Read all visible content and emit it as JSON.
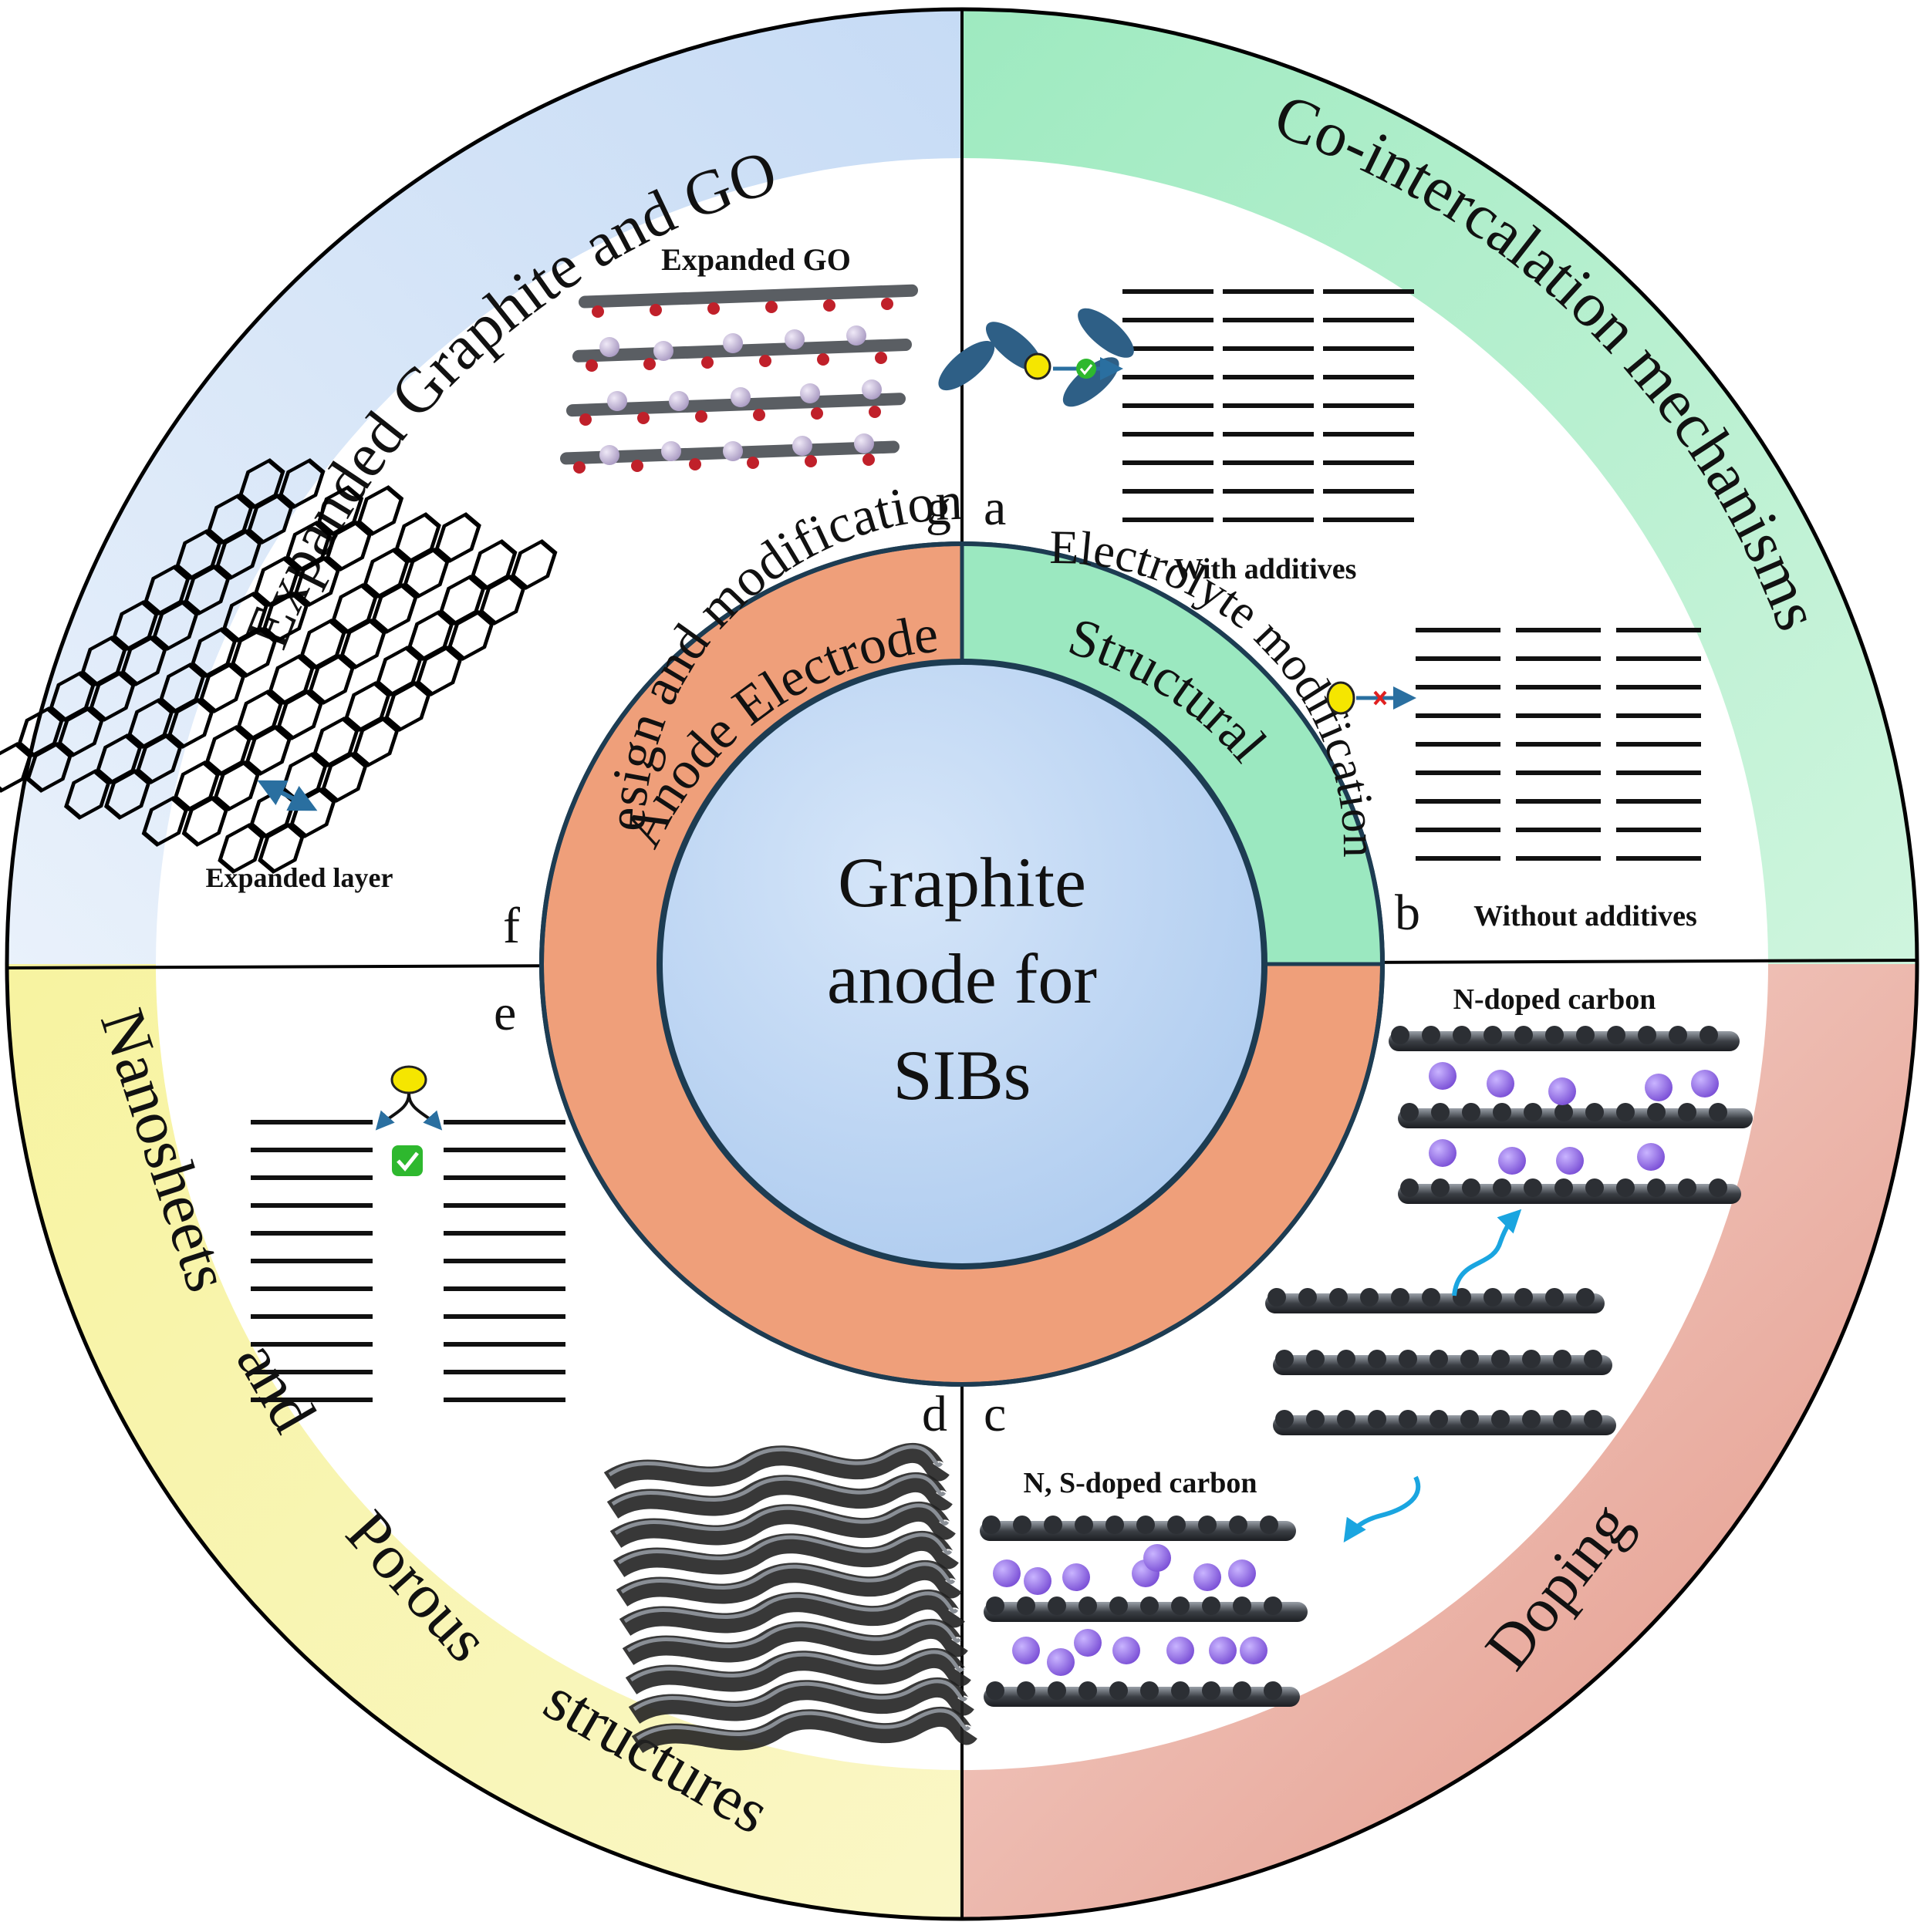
{
  "center": {
    "line1": "Graphite",
    "line2": "anode for",
    "line3": "SIBs"
  },
  "inner_ring": {
    "top_left": "design and modifications",
    "left": "design and modifications",
    "top_right": "Electrolyte modification",
    "bottom_right": "Anode Electrode",
    "bottom_left": "Structural"
  },
  "outer_ring": {
    "top_left": "Expanded Graphite and GO",
    "top_right": "Co-intercalation  mechanisms",
    "bottom_left_1": "Nanosheets",
    "bottom_left_2": "and",
    "bottom_left_3": "Porous",
    "bottom_left_4": "structures",
    "bottom_right": "Doping"
  },
  "panels": {
    "a": {
      "letter": "a",
      "caption": "With additives"
    },
    "b": {
      "letter": "b",
      "caption": "Without additives"
    },
    "c": {
      "letter": "c",
      "caption_top": "N-doped carbon",
      "caption_bottom": "N, S-doped carbon"
    },
    "d": {
      "letter": "d"
    },
    "e": {
      "letter": "e"
    },
    "f": {
      "letter": "f",
      "caption": "Expanded layer"
    },
    "g": {
      "letter": "g",
      "caption": "Expanded GO"
    }
  },
  "colors": {
    "blue_quadrant": "#cfe0f5",
    "green_quadrant": "#a8ecc6",
    "yellow_quadrant": "#f8f4a6",
    "red_quadrant": "#e79e90",
    "orange_ring": "#ef9f7a",
    "green_ring": "#9be8c0",
    "center": "#bcd5f2",
    "sodium": "#8f63e0",
    "arrow": "#2a6fa0",
    "check": "#2eb82e"
  },
  "icons": [
    "check-icon",
    "cross-icon",
    "double-arrow-icon",
    "curved-arrow-icon",
    "sodium-ion-icon"
  ]
}
